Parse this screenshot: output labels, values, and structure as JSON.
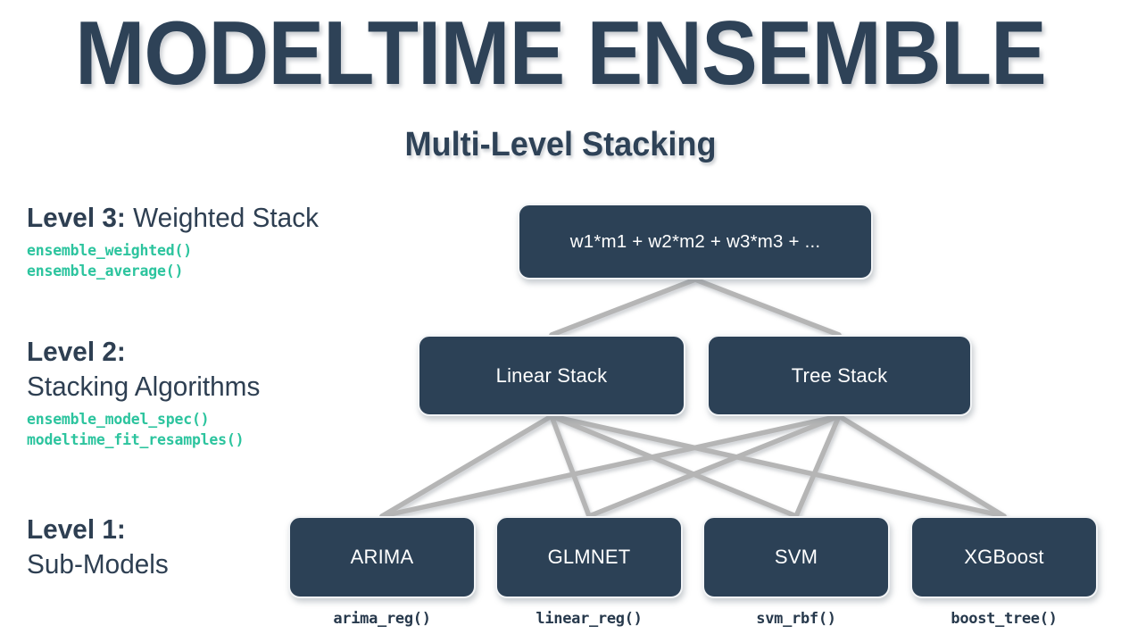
{
  "header": {
    "title": "MODELTIME ENSEMBLE",
    "subtitle": "Multi-Level Stacking"
  },
  "colors": {
    "navy": "#2c4156",
    "title_navy": "#2e4257",
    "teal": "#2cc49e",
    "connector_gray": "#b5b5b5",
    "background": "#ffffff",
    "box_border": "#f2f4f6",
    "box_text": "#ffffff"
  },
  "levels": [
    {
      "id": "level-3",
      "heading_strong": "Level 3:",
      "heading_rest": " Weighted Stack",
      "subline": "",
      "functions": [
        "ensemble_weighted()",
        "ensemble_average()"
      ]
    },
    {
      "id": "level-2",
      "heading_strong": "Level 2:",
      "heading_rest": "",
      "subline": "Stacking Algorithms",
      "functions": [
        "ensemble_model_spec()",
        "modeltime_fit_resamples()"
      ]
    },
    {
      "id": "level-1",
      "heading_strong": "Level 1:",
      "heading_rest": "",
      "subline": "Sub-Models",
      "functions": []
    }
  ],
  "nodes": {
    "level3": [
      {
        "id": "weighted-stack",
        "label": "w1*m1 + w2*m2 + w3*m3 + ..."
      }
    ],
    "level2": [
      {
        "id": "linear-stack",
        "label": "Linear Stack"
      },
      {
        "id": "tree-stack",
        "label": "Tree Stack"
      }
    ],
    "level1": [
      {
        "id": "arima",
        "label": "ARIMA",
        "fn": "arima_reg()"
      },
      {
        "id": "glmnet",
        "label": "GLMNET",
        "fn": "linear_reg()"
      },
      {
        "id": "svm",
        "label": "SVM",
        "fn": "svm_rbf()"
      },
      {
        "id": "xgboost",
        "label": "XGBoost",
        "fn": "boost_tree()"
      }
    ]
  }
}
